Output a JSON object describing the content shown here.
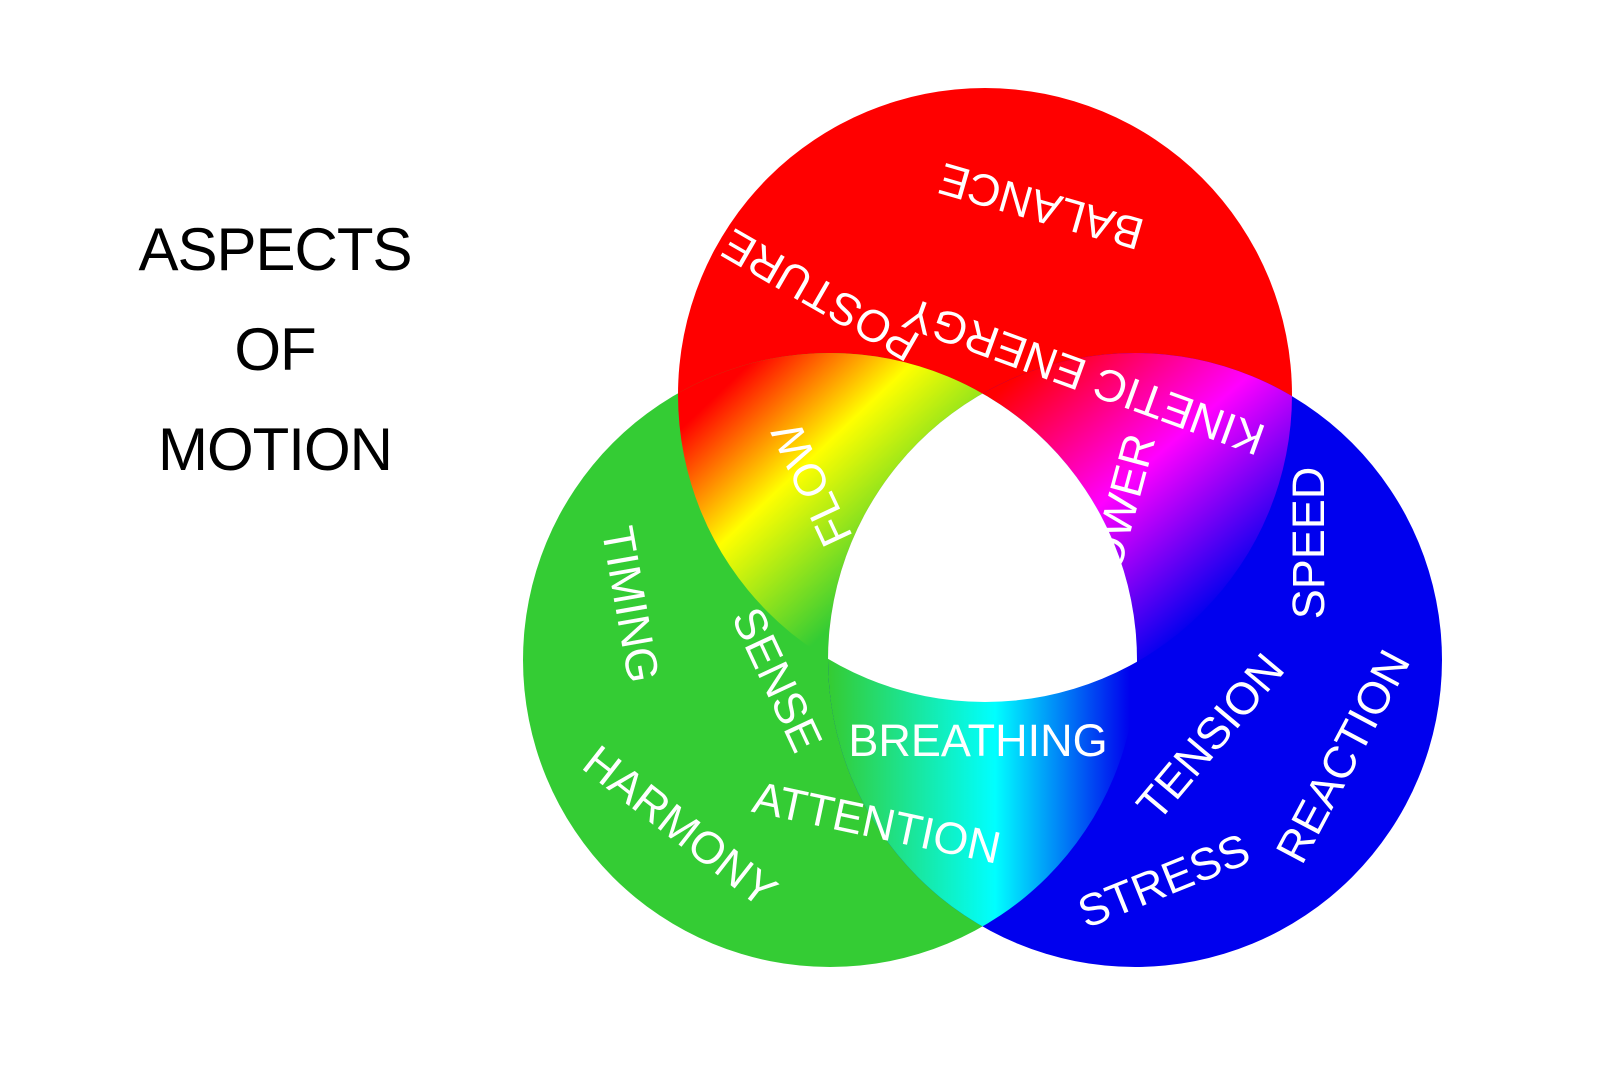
{
  "title": {
    "lines": [
      "ASPECTS",
      "OF",
      "MOTION"
    ]
  },
  "colors": {
    "red": "#ff0000",
    "green": "#34cc34",
    "blue": "#0000ee",
    "yellow": "#ffff00",
    "magenta": "#ff00ff",
    "cyan": "#00ffff",
    "center": "#ffffff"
  },
  "labels": {
    "balance": "BALANCE",
    "posture": "POSTURE",
    "kinetic_energy": "KINETIC ENERGY",
    "flow": "FLOW",
    "power": "POWER",
    "speed": "SPEED",
    "timing": "TIMING",
    "sense": "SENSE",
    "breathing": "BREATHING",
    "tension": "TENSION",
    "reaction": "REACTION",
    "harmony": "HARMONY",
    "attention": "ATTENTION",
    "stress": "STRESS"
  }
}
